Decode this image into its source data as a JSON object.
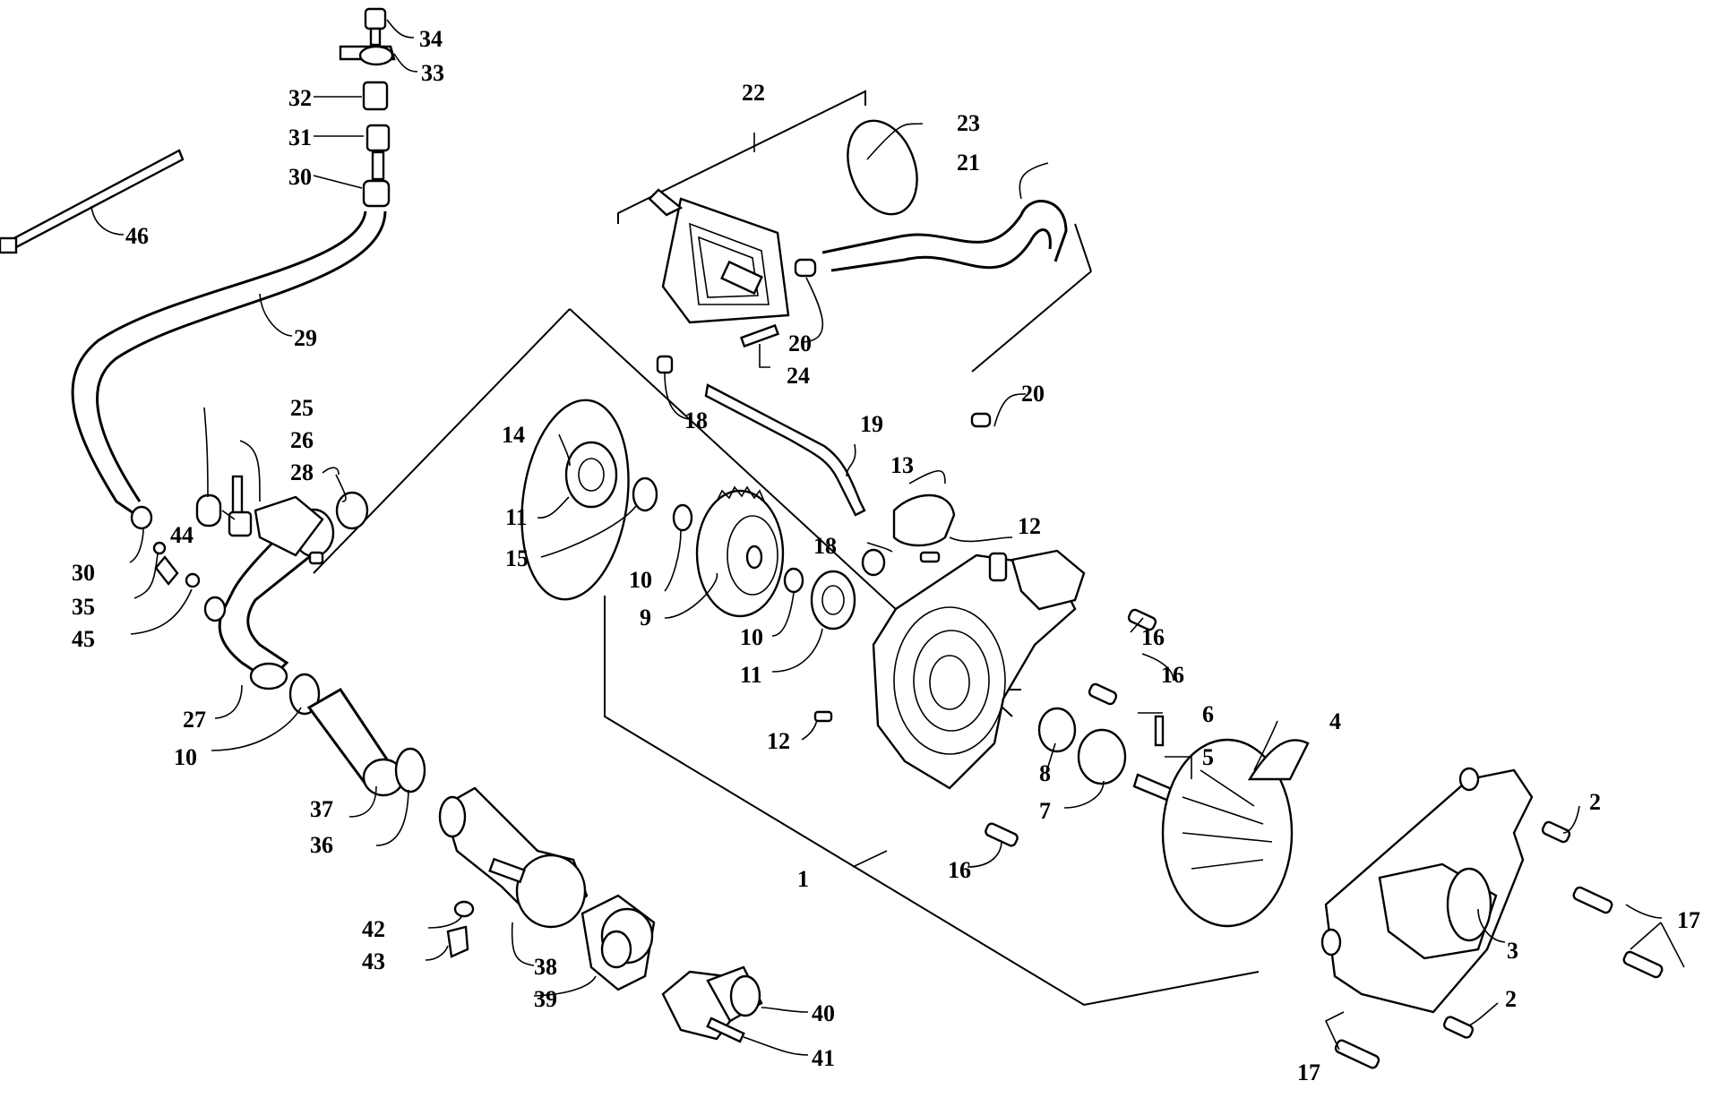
{
  "callouts": [
    "34",
    "33",
    "32",
    "31",
    "30",
    "46",
    "29",
    "22",
    "23",
    "21",
    "20",
    "24",
    "20",
    "18",
    "19",
    "25",
    "26",
    "28",
    "14",
    "11",
    "15",
    "10",
    "9",
    "10",
    "11",
    "18",
    "13",
    "12",
    "44",
    "30",
    "35",
    "45",
    "27",
    "10",
    "37",
    "36",
    "16",
    "16",
    "12",
    "6",
    "4",
    "5",
    "8",
    "7",
    "2",
    "16",
    "1",
    "42",
    "43",
    "38",
    "39",
    "40",
    "41",
    "17",
    "3",
    "2",
    "17"
  ],
  "colors": {
    "line": "#000000",
    "background": "#ffffff"
  }
}
